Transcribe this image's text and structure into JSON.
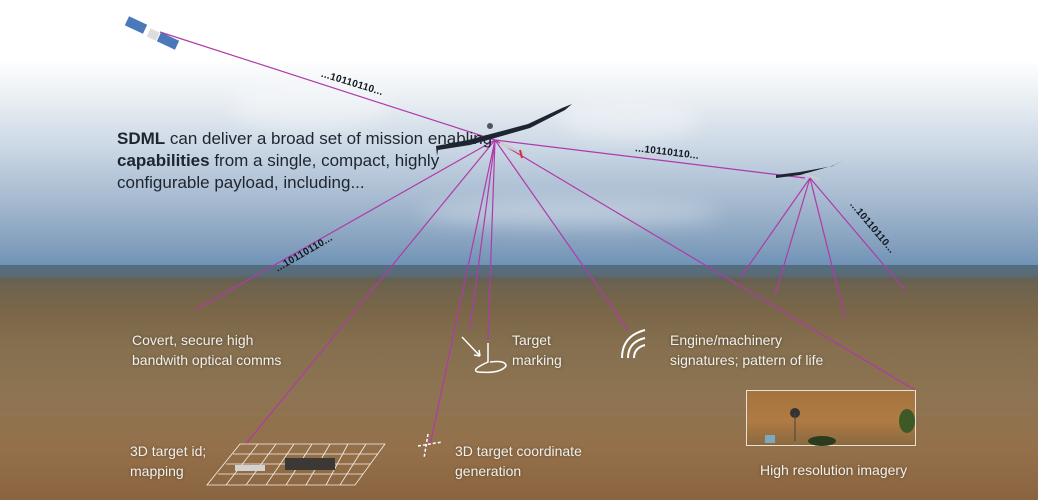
{
  "intro": {
    "bold1": "SDML",
    "text1": " can deliver a broad set of mission enabling ",
    "bold2": "capabilities",
    "text2": " from a single, compact, highly configurable payload, including..."
  },
  "data_streams": [
    "...10110110...",
    "...10110110...",
    "...10110110...",
    "...10110110..."
  ],
  "capabilities": [
    {
      "line1": "Covert, secure high",
      "line2": "bandwith optical comms"
    },
    {
      "line1": "Target",
      "line2": "marking"
    },
    {
      "line1": "Engine/machinery",
      "line2": "signatures; pattern of life"
    },
    {
      "line1": "3D target id;",
      "line2": "mapping"
    },
    {
      "line1": "3D target coordinate",
      "line2": "generation"
    },
    {
      "line1": "High resolution imagery"
    }
  ],
  "colors": {
    "link_line": "#b03aa8",
    "text_light": "#f2f0ea",
    "text_dark": "#1e2530"
  }
}
